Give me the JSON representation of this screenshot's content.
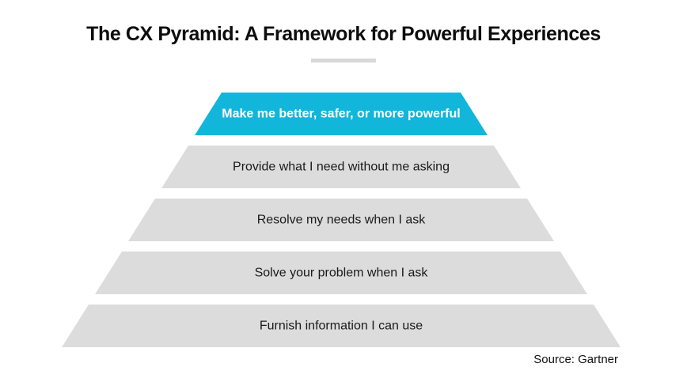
{
  "title": "The CX Pyramid: A Framework for Powerful Experiences",
  "source_note": "Source: Gartner",
  "colors": {
    "accent": "#12b6da",
    "band": "#dcdcdc",
    "divider": "#d8d8d8",
    "top_label_text": "#ffffff",
    "band_label_text": "#1a1a1a"
  },
  "pyramid": {
    "levels": [
      {
        "rank": 1,
        "label": "Make me better, safer, or more powerful",
        "highlighted": true
      },
      {
        "rank": 2,
        "label": "Provide what I need without me asking",
        "highlighted": false
      },
      {
        "rank": 3,
        "label": "Resolve my needs when I ask",
        "highlighted": false
      },
      {
        "rank": 4,
        "label": "Solve your problem when I ask",
        "highlighted": false
      },
      {
        "rank": 5,
        "label": "Furnish information I can use",
        "highlighted": false
      }
    ]
  }
}
